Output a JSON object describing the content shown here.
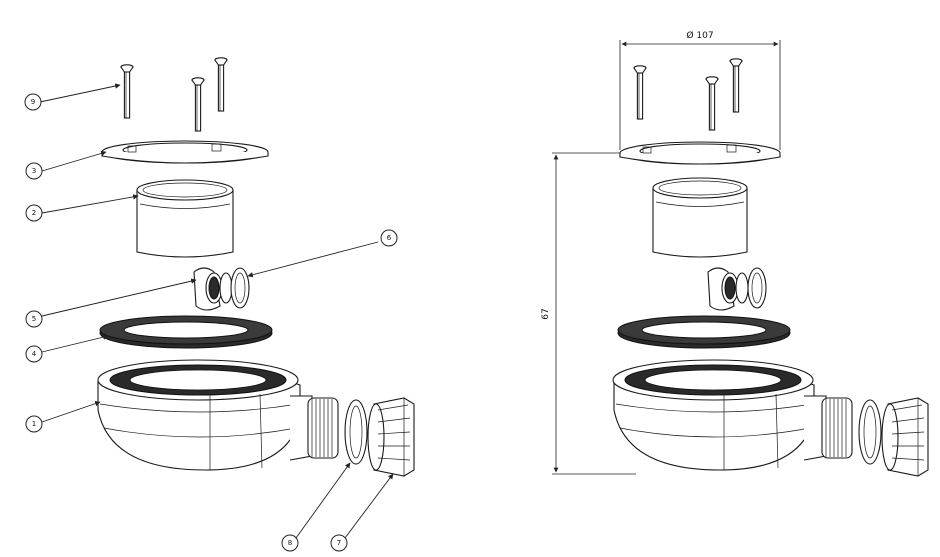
{
  "callouts": {
    "c9": "9",
    "c3": "3",
    "c2": "2",
    "c6": "6",
    "c5": "5",
    "c4": "4",
    "c1": "1",
    "c8": "8",
    "c7": "7"
  },
  "dimensions": {
    "diameter": "Ø 107",
    "height": "67"
  }
}
